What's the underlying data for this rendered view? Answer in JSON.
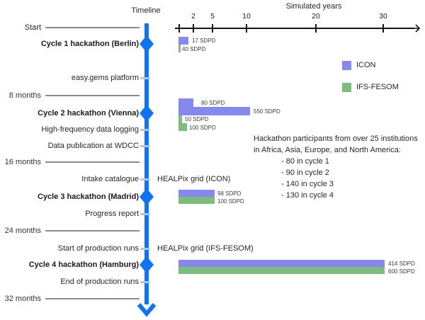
{
  "colors": {
    "timeline_blue": "#1273f0",
    "milestone_tick_blue": "#a6c9f7",
    "icon_purple": "#8688ee",
    "ifs_fesom_green": "#7dbc7d",
    "connector_gray": "#8a8a8a",
    "axis_black": "#141414"
  },
  "header": {
    "timeline_label": "Timeline",
    "axis_title": "Simulated years"
  },
  "axis": {
    "ticks": [
      {
        "label": ""
      },
      {
        "label": "2"
      },
      {
        "label": "5"
      },
      {
        "label": "10"
      },
      {
        "label": "20"
      },
      {
        "label": "30"
      }
    ]
  },
  "timeline": {
    "rows": [
      {
        "type": "start",
        "label": "Start"
      },
      {
        "type": "cycle",
        "label": "Cycle 1 hackathon (Berlin)"
      },
      {
        "type": "milestone",
        "label": "easy.gems platform"
      },
      {
        "type": "month",
        "label": "8 months"
      },
      {
        "type": "cycle",
        "label": "Cycle 2 hackathon (Vienna)"
      },
      {
        "type": "milestone",
        "label": "High-frequency data logging"
      },
      {
        "type": "milestone",
        "label": "Data publication at WDCC"
      },
      {
        "type": "month",
        "label": "16 months"
      },
      {
        "type": "milestone",
        "label": "Intake catalogue"
      },
      {
        "type": "cycle",
        "label": "Cycle 3 hackathon (Madrid)"
      },
      {
        "type": "milestone",
        "label": "Progress report"
      },
      {
        "type": "month",
        "label": "24 months"
      },
      {
        "type": "milestone",
        "label": "Start of production runs"
      },
      {
        "type": "cycle",
        "label": "Cycle 4 hackathon (Hamburg)"
      },
      {
        "type": "milestone",
        "label": "End of production runs"
      },
      {
        "type": "month",
        "label": "32 months"
      }
    ],
    "side_labels": {
      "icon_grid": "HEALPix grid (ICON)",
      "ifs_grid": "HEALPix grid (IFS-FESOM)"
    }
  },
  "legend": {
    "items": [
      {
        "label": "ICON",
        "color": "#8688ee"
      },
      {
        "label": "IFS-FESOM",
        "color": "#7dbc7d"
      }
    ]
  },
  "note": {
    "line1": "Hackathon participants from over 25 institutions",
    "line2": "in Africa, Asia, Europe, and North America:",
    "bullets": [
      "- 80 in cycle 1",
      "- 90 in cycle 2",
      "- 140 in cycle 3",
      "- 130 in cycle 4"
    ]
  },
  "chart_data": {
    "type": "bar",
    "description": "Horizontal bars per hackathon cycle on the Simulated years axis; bar length = simulated years achieved, label = throughput in simulated days per day (SDPD)",
    "x_axis": {
      "title": "Simulated years",
      "ticks": [
        2,
        5,
        10,
        20,
        30
      ],
      "range": [
        0,
        35
      ]
    },
    "legend_position": "right",
    "bars": [
      {
        "cycle": 1,
        "series": "ICON",
        "label": "17 SDPD",
        "simulated_years": 1.5
      },
      {
        "cycle": 1,
        "series": "IFS-FESOM",
        "label": "40 SDPD",
        "simulated_years": 0.3
      },
      {
        "cycle": 2,
        "series": "ICON",
        "label": "80 SDPD",
        "simulated_years": 2.2
      },
      {
        "cycle": 2,
        "series": "ICON",
        "label": "550 SDPD",
        "simulated_years": 10.5
      },
      {
        "cycle": 2,
        "series": "IFS-FESOM",
        "label": "50 SDPD",
        "simulated_years": 0.5
      },
      {
        "cycle": 2,
        "series": "IFS-FESOM",
        "label": "100 SDPD",
        "simulated_years": 1.2
      },
      {
        "cycle": 3,
        "series": "ICON",
        "label": "98 SDPD",
        "simulated_years": 5.3
      },
      {
        "cycle": 3,
        "series": "IFS-FESOM",
        "label": "100 SDPD",
        "simulated_years": 5.3
      },
      {
        "cycle": 4,
        "series": "ICON",
        "label": "414 SDPD",
        "simulated_years": 30.3
      },
      {
        "cycle": 4,
        "series": "IFS-FESOM",
        "label": "600 SDPD",
        "simulated_years": 30.3
      }
    ]
  }
}
